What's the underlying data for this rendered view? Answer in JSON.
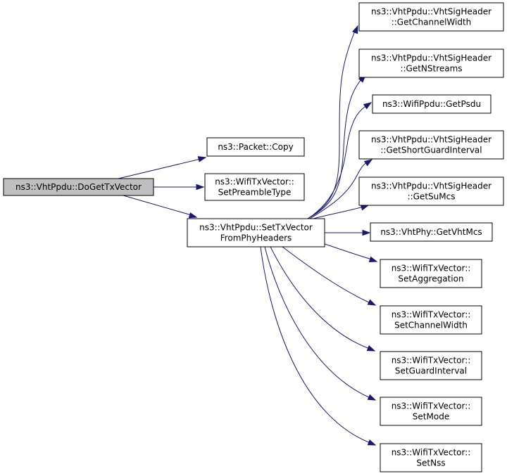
{
  "graph": {
    "colors": {
      "edge": "#191970",
      "root_fill": "#bfbfbf",
      "node_fill": "#ffffff",
      "node_border": "#000000"
    },
    "nodes": {
      "do_get_tx_vector": [
        "ns3::VhtPpdu::DoGetTxVector"
      ],
      "packet_copy": [
        "ns3::Packet::Copy"
      ],
      "set_preamble_type": [
        "ns3::WifiTxVector::",
        "SetPreambleType"
      ],
      "set_tx_vector_from_phy_headers": [
        "ns3::VhtPpdu::SetTxVector",
        "FromPhyHeaders"
      ],
      "get_channel_width": [
        "ns3::VhtPpdu::VhtSigHeader",
        "::GetChannelWidth"
      ],
      "get_nstreams": [
        "ns3::VhtPpdu::VhtSigHeader",
        "::GetNStreams"
      ],
      "get_psdu": [
        "ns3::WifiPpdu::GetPsdu"
      ],
      "get_short_guard_interval": [
        "ns3::VhtPpdu::VhtSigHeader",
        "::GetShortGuardInterval"
      ],
      "get_su_mcs": [
        "ns3::VhtPpdu::VhtSigHeader",
        "::GetSuMcs"
      ],
      "get_vht_mcs": [
        "ns3::VhtPhy::GetVhtMcs"
      ],
      "set_aggregation": [
        "ns3::WifiTxVector::",
        "SetAggregation"
      ],
      "set_channel_width": [
        "ns3::WifiTxVector::",
        "SetChannelWidth"
      ],
      "set_guard_interval": [
        "ns3::WifiTxVector::",
        "SetGuardInterval"
      ],
      "set_mode": [
        "ns3::WifiTxVector::",
        "SetMode"
      ],
      "set_nss": [
        "ns3::WifiTxVector::",
        "SetNss"
      ]
    },
    "edges": [
      [
        "do_get_tx_vector",
        "packet_copy"
      ],
      [
        "do_get_tx_vector",
        "set_preamble_type"
      ],
      [
        "do_get_tx_vector",
        "set_tx_vector_from_phy_headers"
      ],
      [
        "set_tx_vector_from_phy_headers",
        "get_channel_width"
      ],
      [
        "set_tx_vector_from_phy_headers",
        "get_nstreams"
      ],
      [
        "set_tx_vector_from_phy_headers",
        "get_psdu"
      ],
      [
        "set_tx_vector_from_phy_headers",
        "get_short_guard_interval"
      ],
      [
        "set_tx_vector_from_phy_headers",
        "get_su_mcs"
      ],
      [
        "set_tx_vector_from_phy_headers",
        "get_vht_mcs"
      ],
      [
        "set_tx_vector_from_phy_headers",
        "set_aggregation"
      ],
      [
        "set_tx_vector_from_phy_headers",
        "set_channel_width"
      ],
      [
        "set_tx_vector_from_phy_headers",
        "set_guard_interval"
      ],
      [
        "set_tx_vector_from_phy_headers",
        "set_mode"
      ],
      [
        "set_tx_vector_from_phy_headers",
        "set_nss"
      ]
    ]
  }
}
